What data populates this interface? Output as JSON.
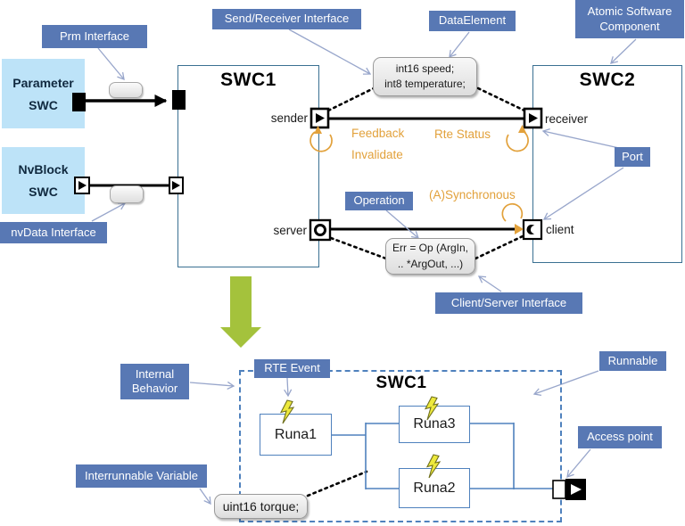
{
  "palette": {
    "label_blue": "#5878B4",
    "light_blue": "#BDE3F8",
    "box_border_teal": "#3A7092",
    "connector_blue": "#4F81BD",
    "orange": "#E2A13B",
    "green_arrow": "#A4C23C",
    "note_gray": "#e6e6e6"
  },
  "top": {
    "labels": {
      "prm_interface": "Prm Interface",
      "send_receiver_interface": "Send/Receiver Interface",
      "data_element": "DataElement",
      "atomic_software_component": "Atomic Software Component",
      "port": "Port",
      "operation": "Operation",
      "client_server_interface": "Client/Server Interface",
      "nvdata_interface": "nvData Interface"
    },
    "parameter_swc": {
      "line1": "Parameter",
      "line2": "SWC"
    },
    "nvblock_swc": {
      "line1": "NvBlock",
      "line2": "SWC"
    },
    "swc1": {
      "title": "SWC1",
      "sender": "sender",
      "server": "server"
    },
    "swc2": {
      "title": "SWC2",
      "receiver": "receiver",
      "client": "client"
    },
    "notes": {
      "data_element": {
        "line1": "int16 speed;",
        "line2": "int8 temperature;"
      },
      "operation": {
        "line1": "Err = Op (ArgIn,",
        "line2": ".. *ArgOut, ...)"
      }
    },
    "orange": {
      "feedback": "Feedback",
      "invalidate": "Invalidate",
      "rte_status": "Rte Status",
      "a_synchronous": "(A)Synchronous"
    }
  },
  "bottom": {
    "labels": {
      "internal_behavior": "Internal Behavior",
      "rte_event": "RTE Event",
      "runnable": "Runnable",
      "access_point": "Access point",
      "interrunnable_variable": "Interrunnable Variable"
    },
    "swc1": {
      "title": "SWC1",
      "runnables": [
        "Runa1",
        "Runa3",
        "Runa2"
      ]
    },
    "note": "uint16 torque;"
  }
}
